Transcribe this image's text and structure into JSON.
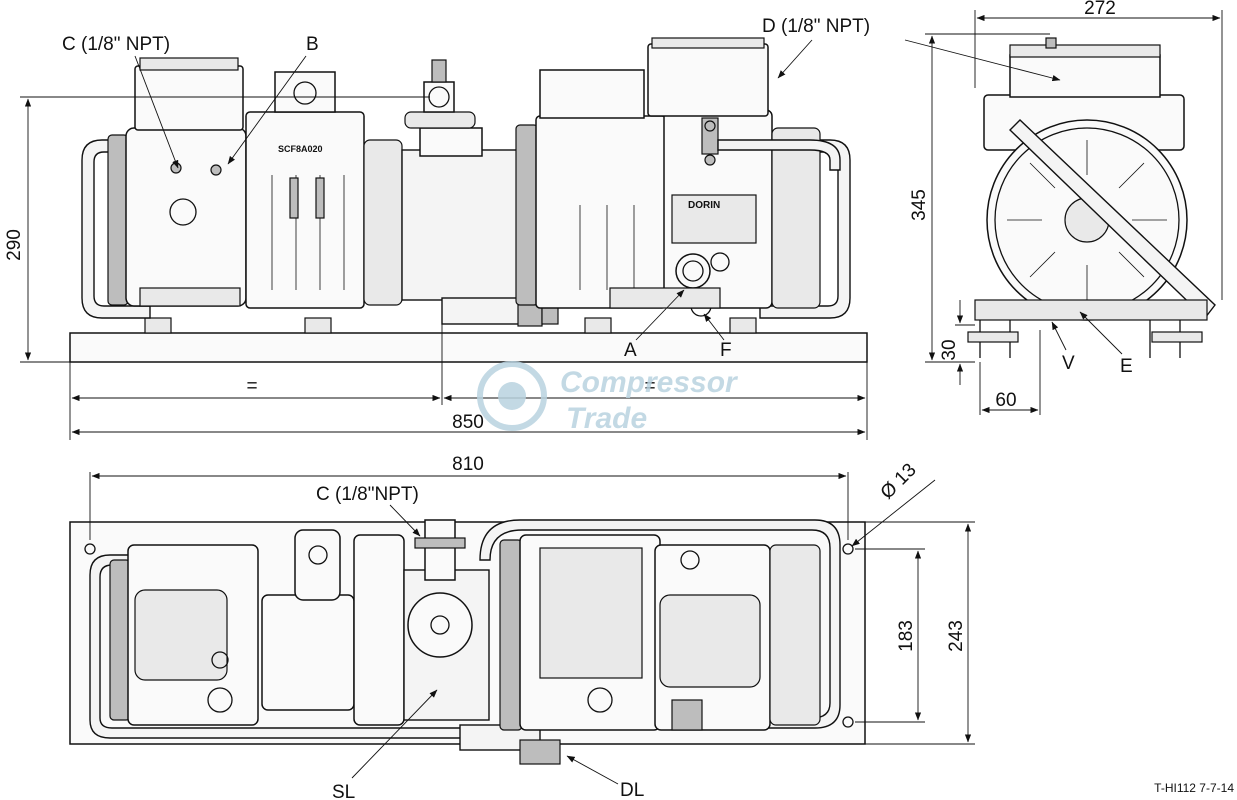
{
  "labels": {
    "c_top": "C (1/8\" NPT)",
    "b": "B",
    "d": "D (1/8\" NPT)",
    "a": "A",
    "f": "F",
    "v": "V",
    "e": "E",
    "c_bottom": "C (1/8\"NPT)",
    "sl": "SL",
    "dl": "DL",
    "diam": "Ø 13"
  },
  "dimensions": {
    "height_front": "290",
    "half_left": "=",
    "half_right": "=",
    "length_total": "850",
    "width_side": "272",
    "height_side": "345",
    "foot_height": "30",
    "foot_width": "60",
    "length_top": "810",
    "width_top_inner": "183",
    "width_top_outer": "243"
  },
  "nameplate": {
    "left_model": "SCF8A020",
    "right_brand": "DORIN"
  },
  "watermark": {
    "line1": "Compressor",
    "line2": "Trade"
  },
  "drawing_ref": "T-HI112 7-7-14",
  "colors": {
    "line": "#111111",
    "watermark": "#b9d3e0"
  }
}
